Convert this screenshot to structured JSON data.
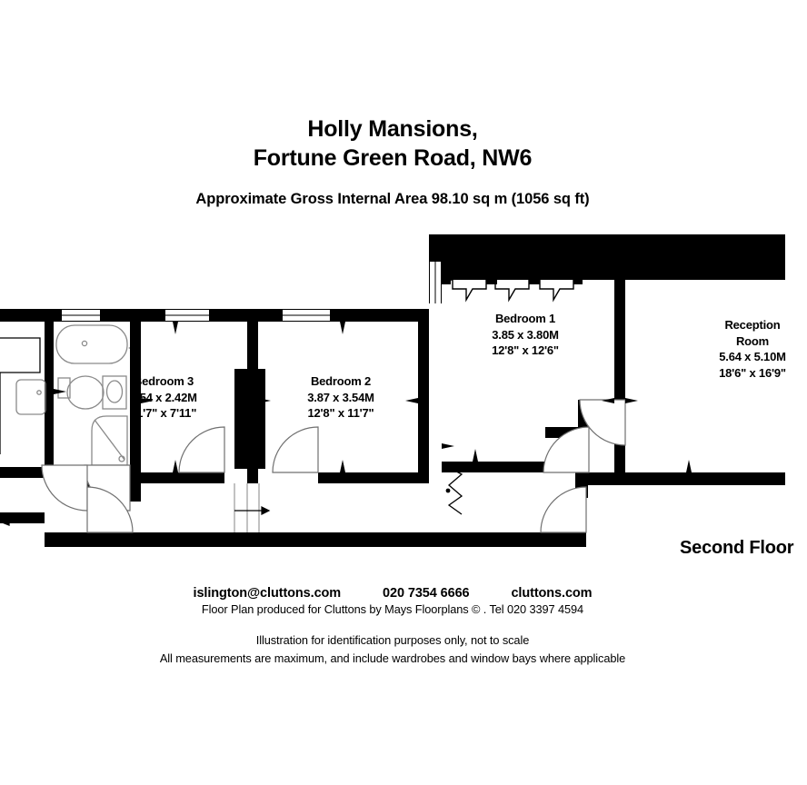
{
  "header": {
    "title_line1": "Holly Mansions,",
    "title_line2": "Fortune Green Road, NW6",
    "area_text": "Approximate Gross Internal Area  98.10 sq m  (1056 sq ft)"
  },
  "floor_caption": "Second Floor",
  "rooms": [
    {
      "id": "bedroom-3",
      "name": "Bedroom 3",
      "metric": "3.54 x 2.42M",
      "imperial": "11'7\" x 7'11\""
    },
    {
      "id": "bedroom-2",
      "name": "Bedroom 2",
      "metric": "3.87 x 3.54M",
      "imperial": "12'8\" x 11'7\""
    },
    {
      "id": "bedroom-1",
      "name": "Bedroom 1",
      "metric": "3.85 x 3.80M",
      "imperial": "12'8\" x 12'6\""
    },
    {
      "id": "reception-room",
      "name_line1": "Reception",
      "name_line2": "Room",
      "metric": "5.64 x 5.10M",
      "imperial": "18'6\" x 16'9\""
    }
  ],
  "footer": {
    "email": "islington@cluttons.com",
    "phone": "020 7354 6666",
    "website": "cluttons.com",
    "credit": "Floor Plan produced for Cluttons by Mays Floorplans  © . Tel 020 3397 4594",
    "disclaimer_1": "Illustration for identification purposes only, not to scale",
    "disclaimer_2": "All measurements are maximum, and include wardrobes and window bays where applicable"
  },
  "colors": {
    "wall": "#000000",
    "background": "#ffffff",
    "fixture_stroke": "#999999",
    "text": "#000000"
  }
}
